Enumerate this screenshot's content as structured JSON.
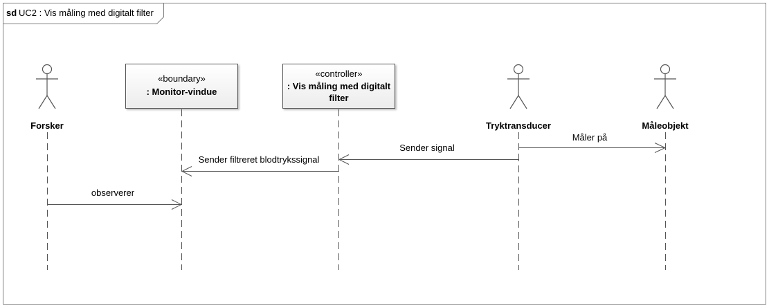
{
  "frame": {
    "keyword": "sd",
    "title": "UC2 : Vis måling med digitalt filter"
  },
  "participants": [
    {
      "id": "forsker",
      "kind": "actor",
      "name": "Forsker"
    },
    {
      "id": "monitor",
      "kind": "object",
      "stereotype": "«boundary»",
      "name_lines": [
        ": Monitor-vindue"
      ]
    },
    {
      "id": "controller",
      "kind": "object",
      "stereotype": "«controller»",
      "name_lines": [
        ": Vis måling med digitalt",
        "filter"
      ]
    },
    {
      "id": "tryk",
      "kind": "actor",
      "name": "Tryktransducer"
    },
    {
      "id": "maale",
      "kind": "actor",
      "name": "Måleobjekt"
    }
  ],
  "messages": [
    {
      "from": "tryk",
      "to": "maale",
      "label": "Måler på"
    },
    {
      "from": "tryk",
      "to": "controller",
      "label": "Sender signal"
    },
    {
      "from": "controller",
      "to": "monitor",
      "label": "Sender filtreret blodtrykssignal"
    },
    {
      "from": "forsker",
      "to": "monitor",
      "label": "observerer"
    }
  ],
  "colors": {
    "line": "#555555",
    "box_fill": "#f2f2f2",
    "frame_border": "#808080"
  }
}
